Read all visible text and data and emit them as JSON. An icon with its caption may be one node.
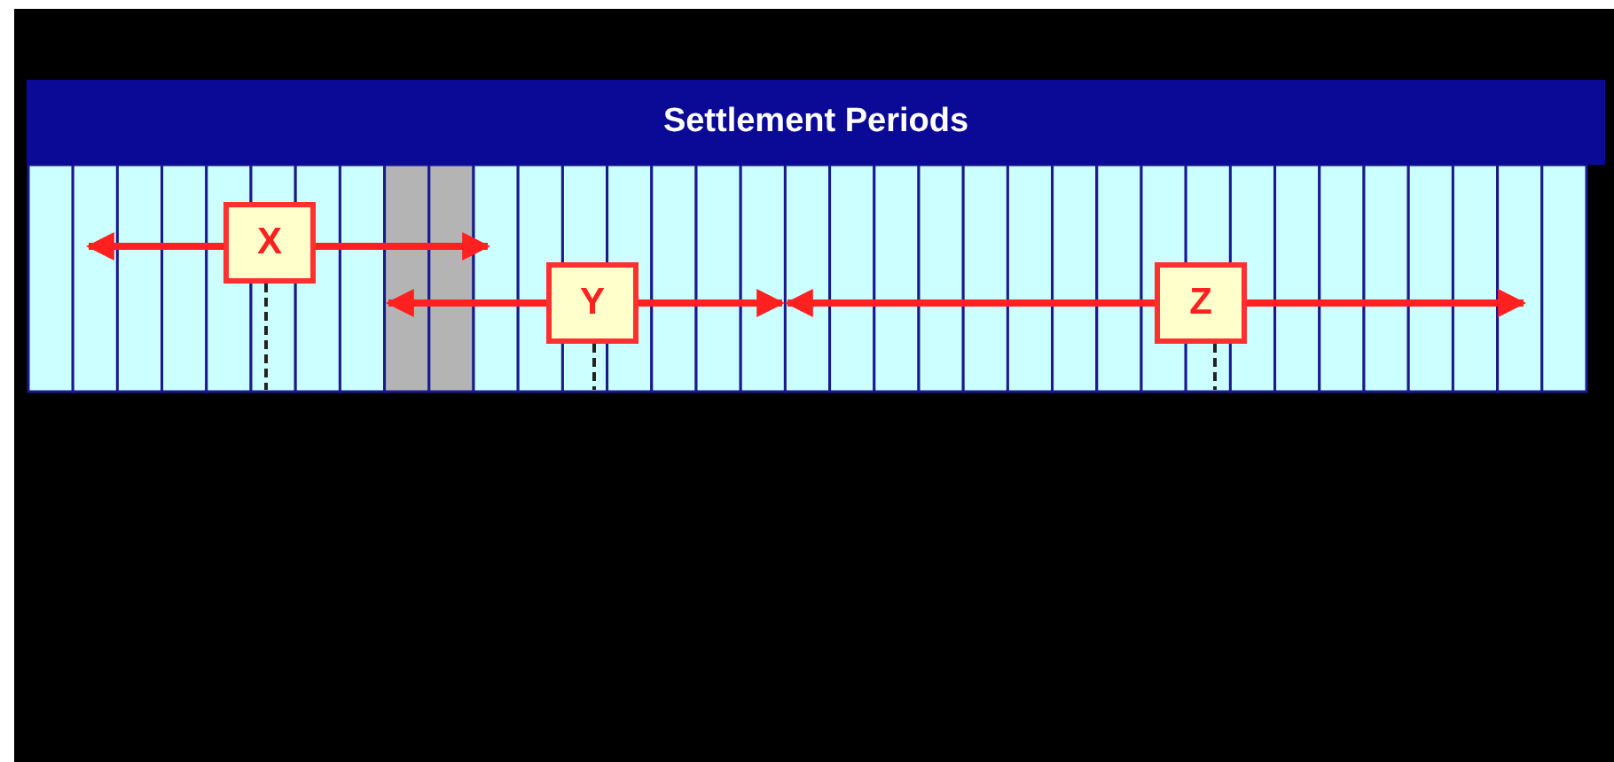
{
  "diagram": {
    "nodes": [
      {
        "text": [
          "Settlement Periods"
        ]
      },
      {
        "text": [
          "X"
        ]
      },
      {
        "text": [
          "Y"
        ]
      },
      {
        "text": [
          "Z"
        ]
      }
    ]
  }
}
